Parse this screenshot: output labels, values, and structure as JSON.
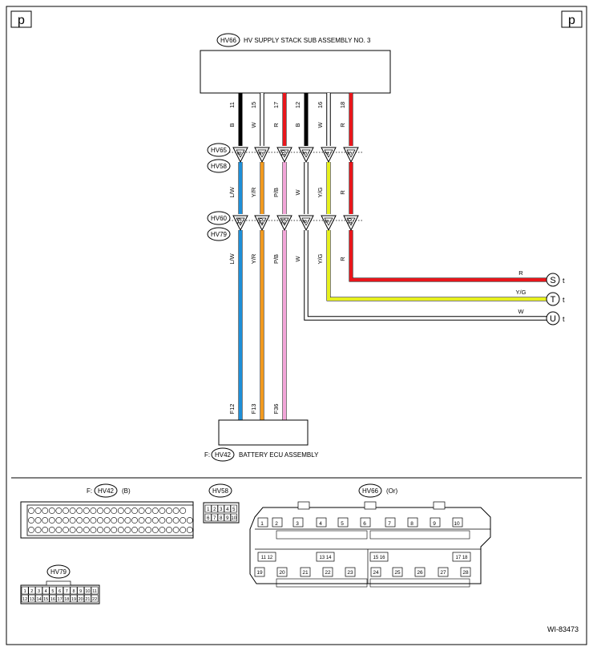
{
  "page_markers": {
    "left": "p",
    "right": "p"
  },
  "top_component": {
    "connector": "HV66",
    "label": "HV SUPPLY STACK SUB ASSEMBLY NO. 3"
  },
  "bottom_component": {
    "prefix": "F:",
    "connector": "HV42",
    "label": "BATTERY ECU ASSEMBLY"
  },
  "junctions": [
    {
      "upper": "HV65",
      "lower": "HV58"
    },
    {
      "upper": "HV60",
      "lower": "HV79"
    }
  ],
  "wires": [
    {
      "top_pin": "11",
      "top_color": "B",
      "j1_pin": "8",
      "mid_color": "L/W",
      "j2_pin": "19",
      "low_color": "L/W",
      "end": "F12",
      "stroke_top": "#000000",
      "stroke_bottom": "#1e8fd8",
      "stroke_bottom_core": "#000000"
    },
    {
      "top_pin": "15",
      "top_color": "W",
      "j1_pin": "9",
      "mid_color": "Y/R",
      "j2_pin": "20",
      "low_color": "Y/R",
      "end": "F13",
      "stroke_top": "#ffffff",
      "stroke_bottom": "#f29a1e",
      "stroke_bottom_core": "#000000"
    },
    {
      "top_pin": "17",
      "top_color": "R",
      "j1_pin": "10",
      "mid_color": "P/B",
      "j2_pin": "21",
      "low_color": "P/B",
      "end": "F36",
      "stroke_top": "#e8161b",
      "stroke_bottom": "#f2a6d8",
      "stroke_bottom_core": "#000000"
    },
    {
      "top_pin": "12",
      "top_color": "B",
      "j1_pin": "3",
      "mid_color": "W",
      "j2_pin": "8",
      "low_color": "W",
      "to": "U",
      "stroke_top": "#000000",
      "stroke_bottom": "#ffffff"
    },
    {
      "top_pin": "16",
      "top_color": "W",
      "j1_pin": "4",
      "mid_color": "Y/G",
      "j2_pin": "9",
      "low_color": "Y/G",
      "to": "T",
      "stroke_top": "#ffffff",
      "stroke_bottom": "#e6f01e"
    },
    {
      "top_pin": "18",
      "top_color": "R",
      "j1_pin": "5",
      "mid_color": "R",
      "j2_pin": "10",
      "low_color": "R",
      "to": "S",
      "stroke_top": "#e8161b",
      "stroke_bottom": "#e8161b"
    }
  ],
  "offpage": [
    {
      "letter": "S",
      "suffix": "t",
      "color": "R"
    },
    {
      "letter": "T",
      "suffix": "t",
      "color": "Y/G"
    },
    {
      "letter": "U",
      "suffix": "t",
      "color": "W"
    }
  ],
  "connectors_panel": {
    "hv42": {
      "prefix": "F:",
      "name": "HV42",
      "color_code": "(B)"
    },
    "hv58": {
      "name": "HV58",
      "rows": [
        [
          "1",
          "2",
          "3",
          "4",
          "5"
        ],
        [
          "6",
          "7",
          "8",
          "9",
          "10"
        ]
      ]
    },
    "hv66": {
      "name": "HV66",
      "color_code": "(Or)",
      "top_row": [
        "1",
        "2",
        "3",
        "4",
        "5",
        "6",
        "7",
        "8",
        "9",
        "10"
      ],
      "mid_row": [
        "11 12",
        "13 14",
        "15 16",
        "17 18"
      ],
      "bot_row": [
        "19",
        "20",
        "21",
        "22",
        "23",
        "24",
        "25",
        "26",
        "27",
        "28"
      ]
    },
    "hv79": {
      "name": "HV79",
      "rows": [
        [
          "1",
          "2",
          "3",
          "4",
          "5",
          "6",
          "7",
          "8",
          "9",
          "10",
          "11"
        ],
        [
          "12",
          "13",
          "14",
          "15",
          "16",
          "17",
          "18",
          "19",
          "20",
          "21",
          "22"
        ]
      ]
    }
  },
  "figure_id": "WI-83473"
}
